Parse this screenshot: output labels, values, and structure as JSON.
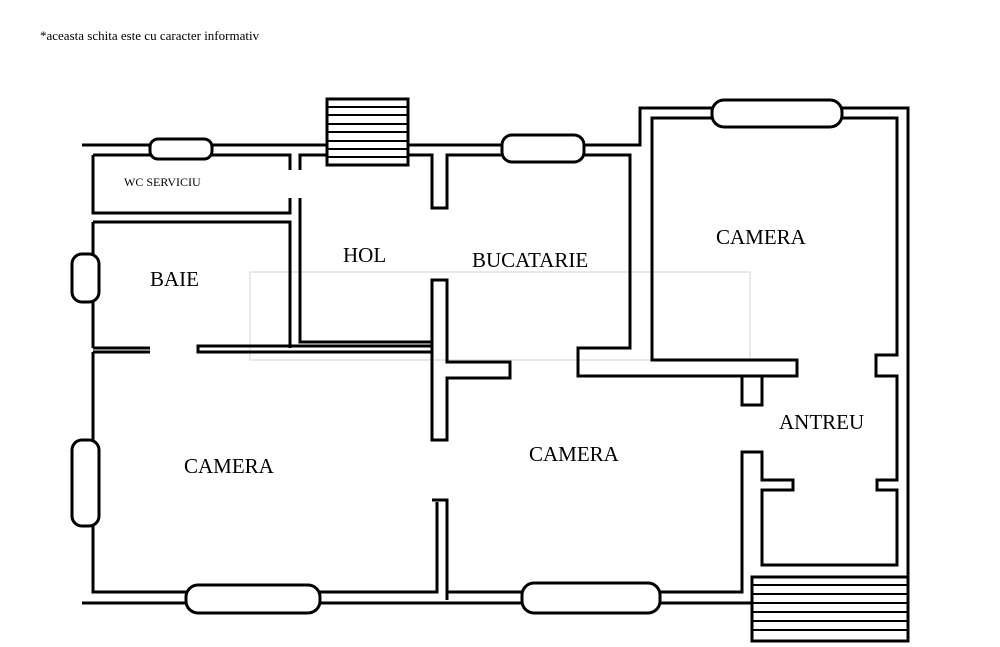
{
  "note": "*aceasta schita este cu caracter informativ",
  "rooms": {
    "wc": "WC SERVICIU",
    "baie": "BAIE",
    "hol": "HOL",
    "bucatarie": "BUCATARIE",
    "camera_top_right": "CAMERA",
    "camera_left": "CAMERA",
    "camera_center": "CAMERA",
    "antreu": "ANTREU"
  },
  "colors": {
    "wall": "#000000",
    "background": "#ffffff",
    "watermark": "#e8e8e8"
  }
}
